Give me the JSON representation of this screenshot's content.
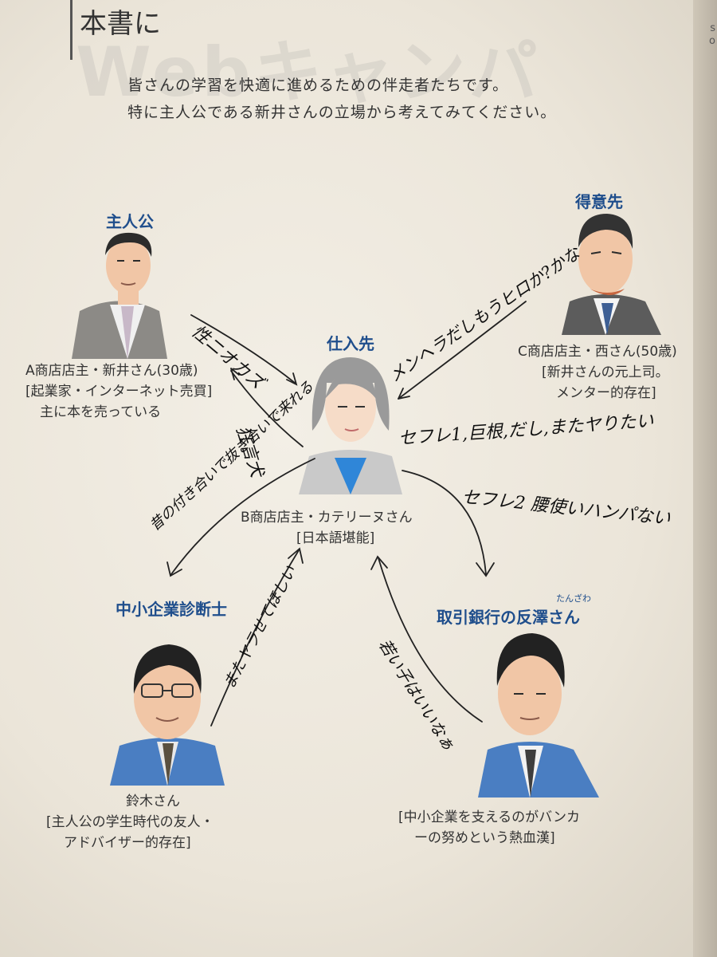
{
  "header": {
    "title": "本書に",
    "watermark": "Webキャンパ",
    "intro_line1": "皆さんの学習を快適に進めるための伴走者たちです。",
    "intro_line2": "特に主人公である新井さんの立場から考えてみてください。"
  },
  "edge": {
    "mark1": "s",
    "mark2": "o"
  },
  "characters": {
    "protagonist": {
      "role": "主人公",
      "line1": "A商店店主・新井さん(30歳)",
      "line2": "[起業家・インターネット売買]",
      "line3": "主に本を売っている"
    },
    "client": {
      "role": "得意先",
      "line1": "C商店店主・西さん(50歳)",
      "line2": "[新井さんの元上司。",
      "line3": "メンター的存在]"
    },
    "supplier": {
      "role": "仕入先",
      "line1": "B商店店主・カテリーヌさん",
      "line2": "[日本語堪能]"
    },
    "consultant": {
      "role": "中小企業診断士",
      "line1": "鈴木さん",
      "line2": "[主人公の学生時代の友人・",
      "line3": "アドバイザー的存在]"
    },
    "banker": {
      "role": "取引銀行の反澤さん",
      "ruby": "たんざわ",
      "line1": "[中小企業を支えるのがバンカ",
      "line2": "ーの努めという熱血漢]"
    }
  },
  "handwritten": {
    "n1": "性ニオカズ",
    "n2": "狂言犬",
    "n3": "メンヘラだしもうヒロか?かな",
    "n4": "セフレ1,巨根,だし,またヤりたい",
    "n5": "セフレ2 腰使いハンパない",
    "n6": "昔の付き合いで抜き合いで来れる",
    "n7": "またヤラせてほしい",
    "n8": "若い子はいいなぁ"
  }
}
